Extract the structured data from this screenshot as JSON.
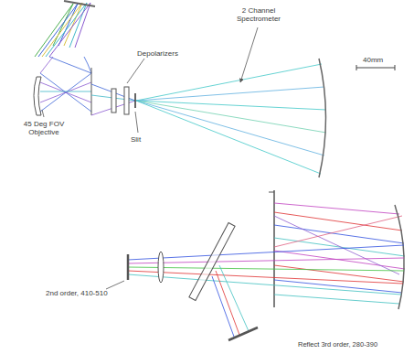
{
  "diagram": {
    "labels": [
      "2 Channel Spectrometer",
      "40mm",
      "Depolarizers",
      "45 Deg FOV Objective",
      "Slit",
      "2nd order, 410-510",
      "Reflect 3rd order, 280-390"
    ]
  }
}
